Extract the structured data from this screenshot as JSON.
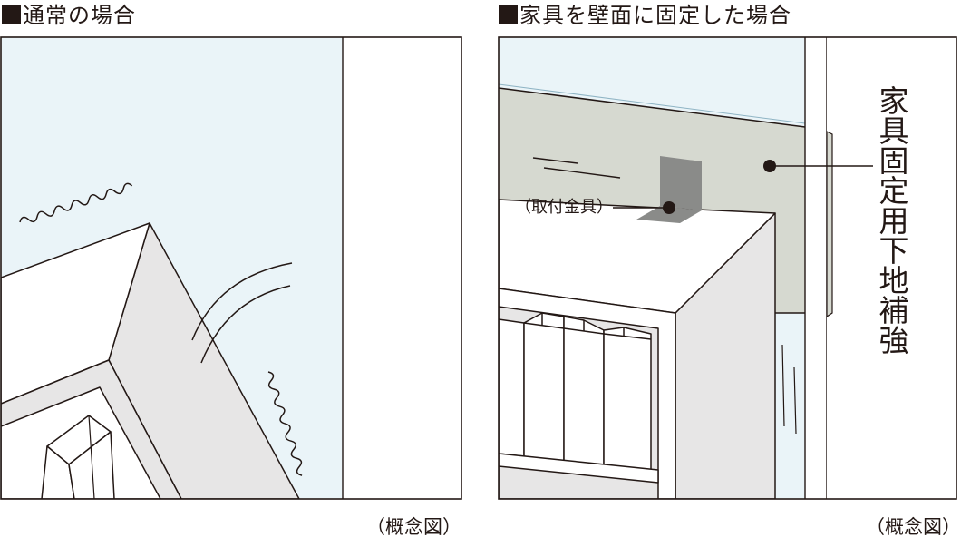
{
  "panels": {
    "left": {
      "title": "通常の場合",
      "caption": "（概念図）"
    },
    "right": {
      "title": "家具を壁面に固定した場合",
      "caption": "（概念図）",
      "bracket_label": "（取付金具）",
      "reinforcement_label": "家具固定用下地補強"
    }
  },
  "colors": {
    "wall": "#eaf4f8",
    "reinforcement": "#d6d9d0",
    "bracket": "#8a8b89",
    "furniture_side": "#e7e6e6",
    "line": "#231815"
  }
}
